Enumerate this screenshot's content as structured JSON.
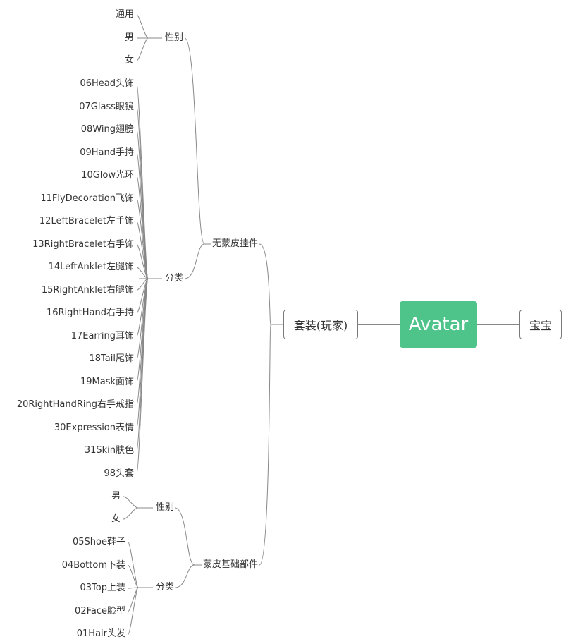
{
  "root": "Avatar",
  "right_child": "宝宝",
  "main_child": "套装(玩家)",
  "groups": {
    "no_skin": {
      "label": "无蒙皮挂件",
      "gender": {
        "label": "性别",
        "items": [
          "通用",
          "男",
          "女"
        ]
      },
      "category": {
        "label": "分类",
        "items": [
          "06Head头饰",
          "07Glass眼镜",
          "08Wing翅膀",
          "09Hand手持",
          "10Glow光环",
          "11FlyDecoration飞饰",
          "12LeftBracelet左手饰",
          "13RightBracelet右手饰",
          "14LeftAnklet左腿饰",
          "15RightAnklet右腿饰",
          "16RightHand右手持",
          "17Earring耳饰",
          "18Tail尾饰",
          "19Mask面饰",
          "20RightHandRing右手戒指",
          "30Expression表情",
          "31Skin肤色",
          "98头套"
        ]
      }
    },
    "skin_base": {
      "label": "蒙皮基础部件",
      "gender": {
        "label": "性别",
        "items": [
          "男",
          "女"
        ]
      },
      "category": {
        "label": "分类",
        "items": [
          "05Shoe鞋子",
          "04Bottom下装",
          "03Top上装",
          "02Face脸型",
          "01Hair头发"
        ]
      }
    }
  },
  "colors": {
    "root_bg": "#4ec48a",
    "line": "#888888",
    "text": "#333333"
  }
}
